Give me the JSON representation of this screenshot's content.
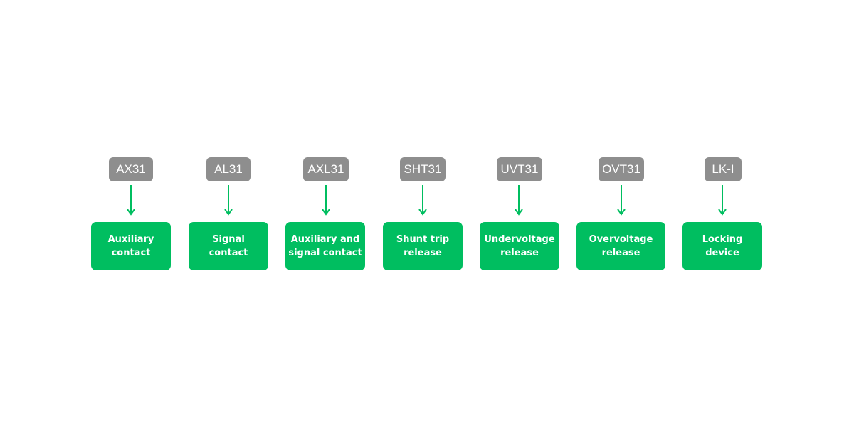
{
  "colors": {
    "code_bg": "#8e8e8e",
    "box_bg": "#00be60",
    "arrow": "#00be60"
  },
  "devices": [
    {
      "code": "AX31",
      "label_line1": "Auxiliary",
      "label_line2": "contact"
    },
    {
      "code": "AL31",
      "label_line1": "Signal",
      "label_line2": "contact"
    },
    {
      "code": "AXL31",
      "label_line1": "Auxiliary and",
      "label_line2": "signal contact"
    },
    {
      "code": "SHT31",
      "label_line1": "Shunt trip",
      "label_line2": "release"
    },
    {
      "code": "UVT31",
      "label_line1": "Undervoltage",
      "label_line2": "release"
    },
    {
      "code": "OVT31",
      "label_line1": "Overvoltage",
      "label_line2": "release"
    },
    {
      "code": "LK-I",
      "label_line1": "Locking",
      "label_line2": "device"
    }
  ]
}
